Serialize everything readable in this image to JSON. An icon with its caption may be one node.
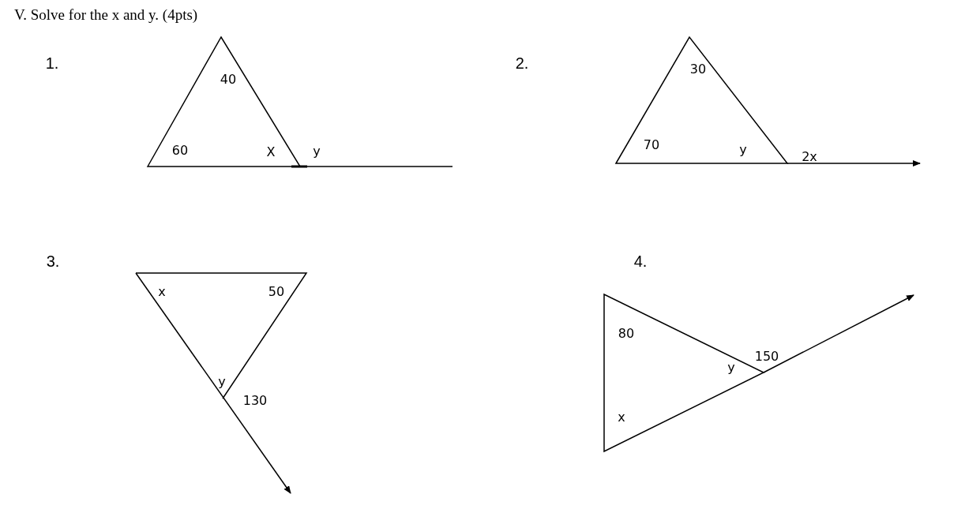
{
  "diagram": {
    "title": "V. Solve for the x and y. (4pts)",
    "labels": [
      "1.",
      "40",
      "60",
      "X",
      "y",
      "2.",
      "30",
      "70",
      "y",
      "2x",
      "3.",
      "x",
      "50",
      "y",
      "130",
      "4.",
      "80",
      "150",
      "y",
      "x"
    ]
  }
}
